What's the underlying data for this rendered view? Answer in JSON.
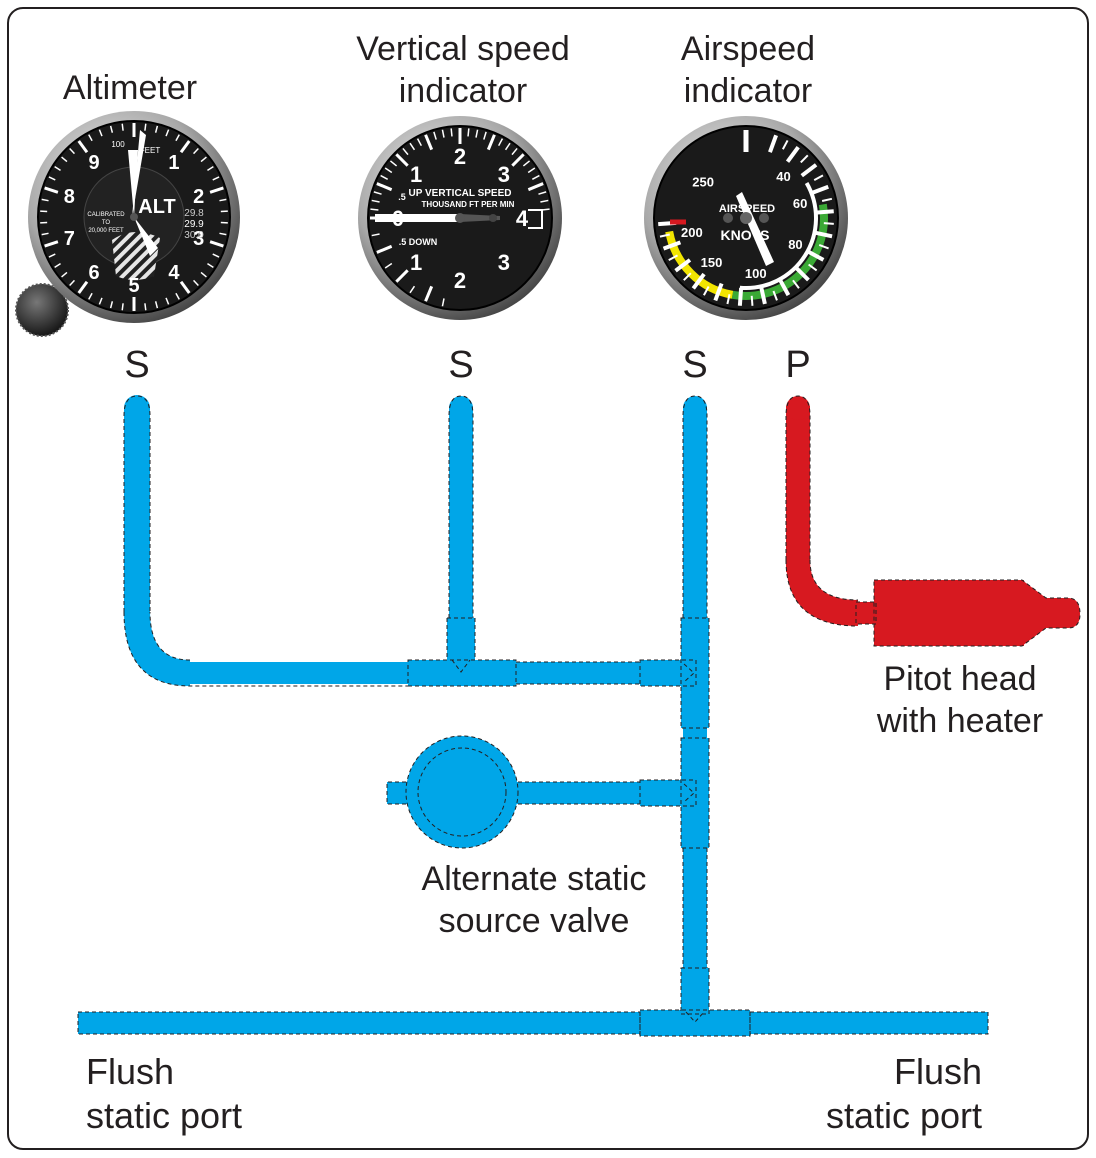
{
  "instruments": {
    "altimeter": {
      "title": "Altimeter",
      "numerals": [
        "0",
        "1",
        "2",
        "3",
        "4",
        "5",
        "6",
        "7",
        "8",
        "9"
      ],
      "face_text": "ALT",
      "small_text": [
        "100",
        "FEET",
        "CALIBRATED",
        "TO",
        "20,000 FEET"
      ],
      "kollsman": [
        "29.8",
        "29.9",
        "30.0"
      ]
    },
    "vsi": {
      "title_line1": "Vertical speed",
      "title_line2": "indicator",
      "numerals": [
        "0",
        "1",
        "2",
        "3",
        "4",
        "3",
        "2",
        "1"
      ],
      "face_line1": "UP VERTICAL SPEED",
      "face_line2": "THOUSAND FT PER MIN",
      "up_label": ".5",
      "down_label": ".5 DOWN"
    },
    "airspeed": {
      "title_line1": "Airspeed",
      "title_line2": "indicator",
      "numerals": [
        "40",
        "60",
        "80",
        "100",
        "150",
        "200",
        "250"
      ],
      "face_line1": "AIRSPEED",
      "face_line2": "KNOTS"
    }
  },
  "connections": {
    "s1": "S",
    "s2": "S",
    "s3": "S",
    "p": "P"
  },
  "components": {
    "pitot_line1": "Pitot head",
    "pitot_line2": "with heater",
    "valve_line1": "Alternate static",
    "valve_line2": "source valve",
    "port_left_line1": "Flush",
    "port_left_line2": "static port",
    "port_right_line1": "Flush",
    "port_right_line2": "static port"
  },
  "colors": {
    "static_line": "#00a6e8",
    "pitot_line": "#d71920",
    "outline": "#231f20",
    "gauge_face": "#1a1a1a",
    "green_arc": "#3aa935",
    "yellow_arc": "#f2e500",
    "red_line": "#d71920"
  }
}
